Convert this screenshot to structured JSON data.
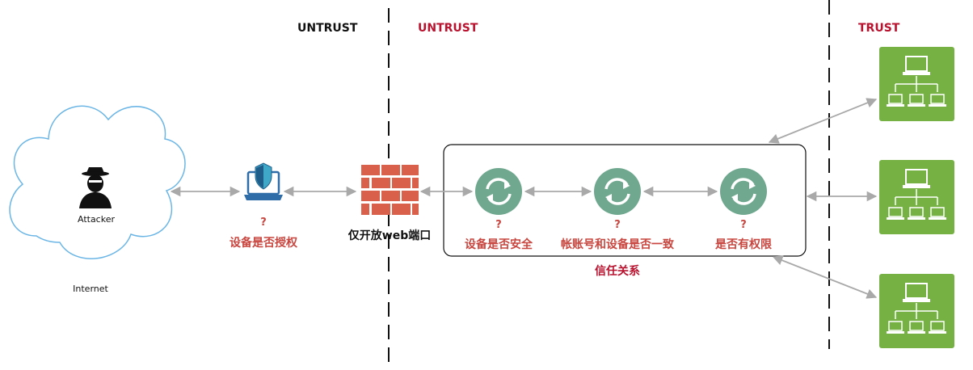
{
  "zones": {
    "untrust_left": "UNTRUST",
    "untrust_mid": "UNTRUST",
    "trust": "TRUST"
  },
  "internet": {
    "attacker_label": "Attacker",
    "internet_label": "Internet"
  },
  "laptop": {
    "question": "?",
    "label": "设备是否授权"
  },
  "firewall": {
    "label": "仅开放web端口"
  },
  "checks": [
    {
      "question": "?",
      "label": "设备是否安全"
    },
    {
      "question": "?",
      "label": "帐账号和设备是否一致"
    },
    {
      "question": "?",
      "label": "是否有权限"
    }
  ],
  "trust_box_label": "信任关系",
  "colors": {
    "zone_red": "#b8122e",
    "question_red": "#c8463f",
    "cloud_stroke": "#6cb6e6",
    "laptop_blue": "#2e6da8",
    "shield": "#3fa7c8",
    "firewall_brick": "#d9604a",
    "sync_icon": "#6fa88f",
    "server_green": "#76b243",
    "arrow": "#a9a9a9"
  },
  "icons": {
    "attacker": "hacker-icon",
    "laptop": "secured-laptop-icon",
    "firewall": "firewall-icon",
    "check": "sync-icon",
    "server": "network-hosts-icon"
  }
}
